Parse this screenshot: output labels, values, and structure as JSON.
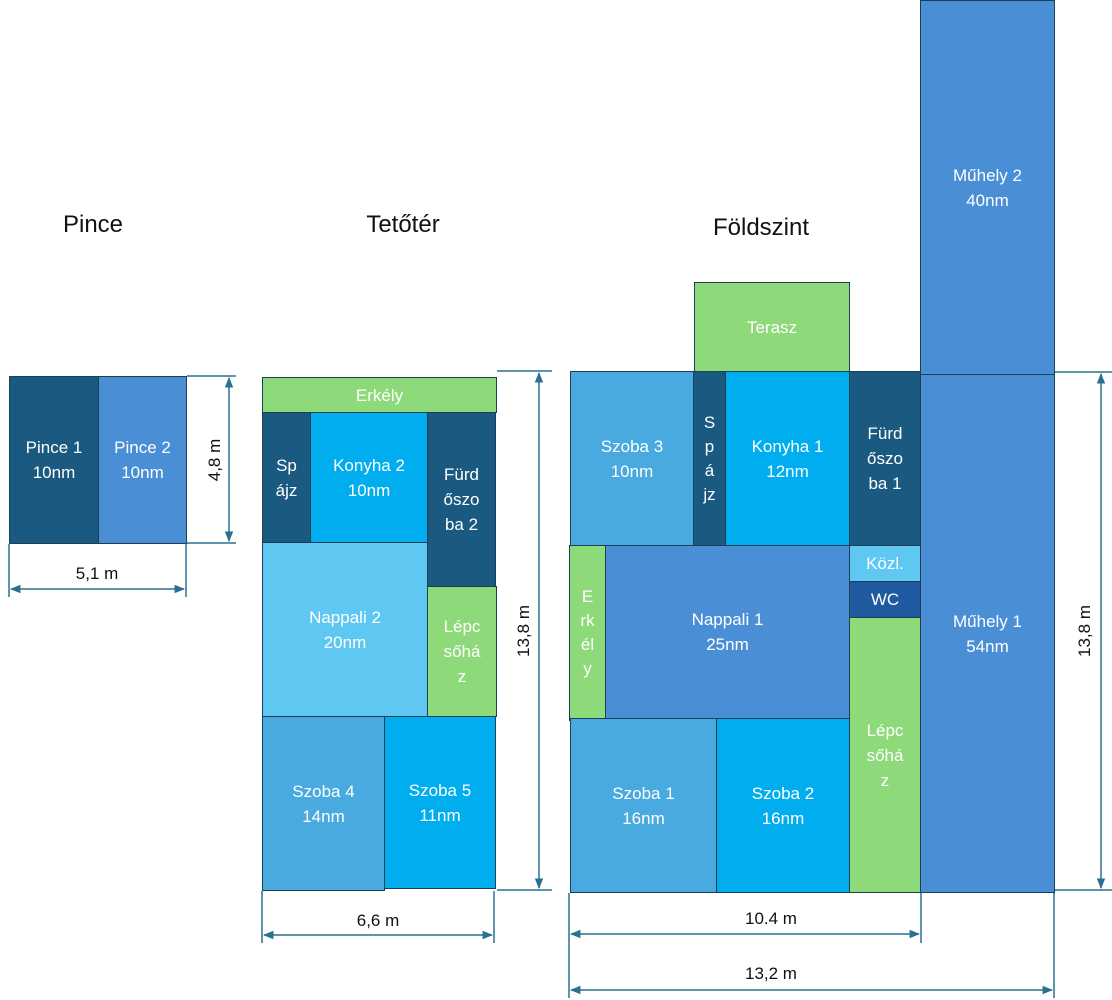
{
  "titles": {
    "pince": "Pince",
    "tetoter": "Tetőtér",
    "foldszint": "Földszint"
  },
  "colors": {
    "dark": "#1a5a80",
    "medium": "#4a8fd6",
    "light_blue": "#48aadf",
    "cyan": "#00aeef",
    "pale_blue": "#5ec8f2",
    "green": "#8ed97a",
    "wc": "#1f5aa0",
    "dimension": "#2b7090"
  },
  "pince": {
    "rooms": [
      "Pince 1\n10nm",
      "Pince 2\n10nm"
    ],
    "dims": {
      "height": "4,8 m",
      "width": "5,1 m"
    }
  },
  "tetoter": {
    "rooms": [
      "Erkély",
      "Sp\nájz",
      "Konyha 2\n10nm",
      "Fürd\nőszo\nba 2",
      "Nappali 2\n20nm",
      "Lépc\nsőhá\nz",
      "Szoba 4\n14nm",
      "Szoba 5\n11nm"
    ],
    "dims": {
      "height": "13,8 m",
      "width": "6,6 m"
    }
  },
  "foldszint": {
    "rooms": [
      "Terasz",
      "Szoba 3\n10nm",
      "S\np\ná\njz",
      "Konyha 1\n12nm",
      "Fürd\nőszo\nba 1",
      "E\nrk\nél\ny",
      "Nappali 1\n25nm",
      "Közl.",
      "WC",
      "Lépc\nsőhá\nz",
      "Szoba 1\n16nm",
      "Szoba 2\n16nm",
      "Műhely 1\n54nm",
      "Műhely 2\n40nm"
    ],
    "dims": {
      "height": "13,8 m",
      "width_inner": "10.4 m",
      "width_total": "13,2 m"
    }
  }
}
